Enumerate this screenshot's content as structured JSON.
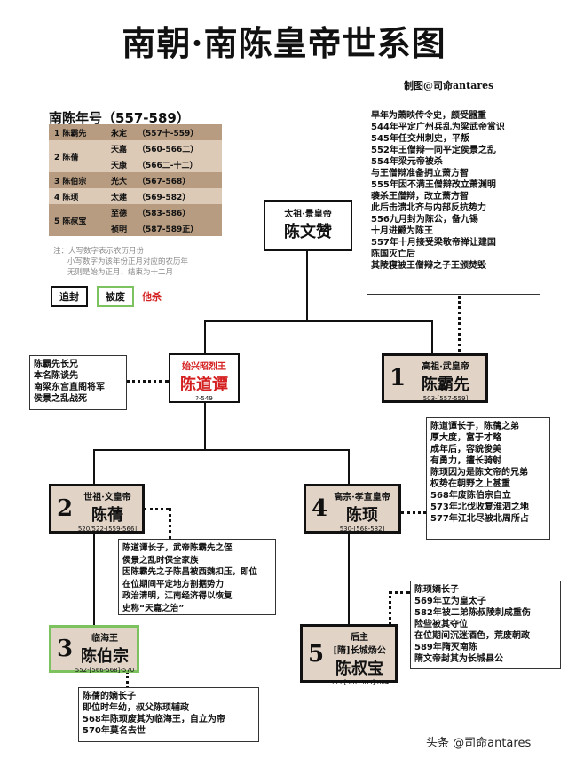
{
  "title": "南朝·南陈皇帝世系图",
  "maker": "制图@司命antares",
  "era_table": {
    "title": "南陈年号（557-589）",
    "rows": [
      {
        "emperor": "1 陈霸先",
        "eras": [
          {
            "name": "永定",
            "years": "（557十-559）"
          }
        ]
      },
      {
        "emperor": "2 陈蒨",
        "eras": [
          {
            "name": "天嘉",
            "years": "（560-566二）"
          },
          {
            "name": "天康",
            "years": "（566二-十二）"
          }
        ]
      },
      {
        "emperor": "3 陈伯宗",
        "eras": [
          {
            "name": "光大",
            "years": "（567-568）"
          }
        ]
      },
      {
        "emperor": "4 陈顼",
        "eras": [
          {
            "name": "太建",
            "years": "（569-582）"
          }
        ]
      },
      {
        "emperor": "5 陈叔宝",
        "eras": [
          {
            "name": "至德",
            "years": "（583-586）"
          },
          {
            "name": "祯明",
            "years": "（587-589正）"
          }
        ]
      }
    ],
    "note_lines": [
      "注：大写数字表示农历月份",
      "小写数字为该年份正月对应的农历年",
      "无则是始为正月、结束为十二月"
    ]
  },
  "legend": {
    "posthumous": "追封",
    "deposed": "被废",
    "killed": "他杀"
  },
  "root": {
    "title": "太祖·景皇帝",
    "name": "陈文赞"
  },
  "daotan": {
    "title": "始兴昭烈王",
    "name": "陈道谭",
    "years": "?-549"
  },
  "emperors": {
    "e1": {
      "num": "1",
      "title": "高祖·武皇帝",
      "name": "陈霸先",
      "years": "503-[557-559]"
    },
    "e2": {
      "num": "2",
      "title": "世祖·文皇帝",
      "name": "陈蒨",
      "years": "520/522-[559-566]"
    },
    "e3": {
      "num": "3",
      "title": "临海王",
      "name": "陈伯宗",
      "years": "552-[566-568]-570"
    },
    "e4": {
      "num": "4",
      "title": "高宗·孝宣皇帝",
      "name": "陈顼",
      "years": "530-[568-582]"
    },
    "e5": {
      "num": "5",
      "title": "后主",
      "subtitle": "[隋]长城炀公",
      "name": "陈叔宝",
      "years": "553-[582-589]-604"
    }
  },
  "notes": {
    "bx": [
      "早年为萧映传令史，颇受器重",
      "544年平定广州兵乱为梁武帝赏识",
      "545年任交州刺史，平叛",
      "552年王僧辩一同平定侯景之乱",
      "554年梁元帝被杀",
      "与王僧辩准备拥立萧方智",
      "555年因不满王僧辩改立萧渊明",
      "袭杀王僧辩，改立萧方智",
      "此后击溃北齐与内部反抗势力",
      "556九月封为陈公，备九锡",
      "十月进爵为陈王",
      "557年十月接受梁敬帝禅让建国",
      "陈国灭亡后",
      "其陵寝被王僧辩之子王颁焚毁"
    ],
    "daotan": [
      "陈霸先长兄",
      "本名陈谈先",
      "南梁东宫直阁将军",
      "侯景之乱战死"
    ],
    "qian": [
      "陈道谭长子，武帝陈霸先之侄",
      "侯景之乱时保全家族",
      "因陈霸先之子陈昌被西魏扣压，即位",
      "在位期间平定地方割据势力",
      "政治清明，江南经济得以恢复",
      "史称“天嘉之治”"
    ],
    "xu": [
      "陈道谭长子，陈蒨之弟",
      "厚大度，富于才略",
      "成年后，容貌俊美",
      "有勇力，擅长骑射",
      "陈顼因为是陈文帝的兄弟",
      "权势在朝野之上甚重",
      "568年废陈伯宗自立",
      "573年北伐收复淮泗之地",
      "577年江北尽被北周所占"
    ],
    "shubao": [
      "陈顼嫡长子",
      "569年立为皇太子",
      "582年被二弟陈叔陵刺成重伤",
      "险些被其夺位",
      "在位期间沉迷酒色，荒废朝政",
      "589年隋灭南陈",
      "隋文帝封其为长城县公"
    ],
    "bozong": [
      "陈蒨的嫡长子",
      "即位时年幼，叔父陈顼辅政",
      "568年陈顼废其为临海王，自立为帝",
      "570年莫名去世"
    ]
  },
  "watermark": "头条 @司命antares",
  "colors": {
    "emperor_bg": "#e1d4c7",
    "era_dark": "#b79c81",
    "era_light": "#dcc9b6",
    "killed": "#d42020",
    "deposed_border": "#7cc35f"
  }
}
